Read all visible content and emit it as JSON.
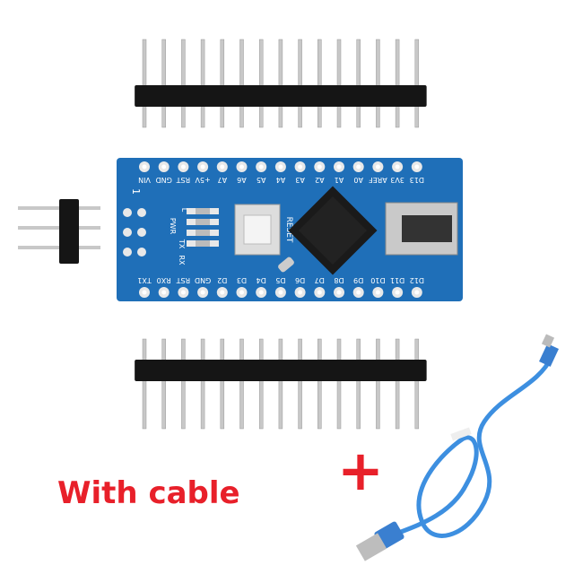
{
  "caption": "With cable",
  "plus_sign": "+",
  "colors": {
    "board": "#1f6fb8",
    "caption": "#e8202a",
    "cable": "#3d8fe0",
    "header": "#151515",
    "pin": "#c8c8c8"
  },
  "board": {
    "top_labels": [
      "D13",
      "3V3",
      "AREF",
      "A0",
      "A1",
      "A2",
      "A3",
      "A4",
      "A5",
      "A6",
      "A7",
      "+5V",
      "RST",
      "GND",
      "VIN"
    ],
    "bottom_labels": [
      "D12",
      "D11",
      "D10",
      "D9",
      "D8",
      "D7",
      "D6",
      "D5",
      "D4",
      "D3",
      "D2",
      "GND",
      "RST",
      "RX0",
      "TX1"
    ],
    "reset_label": "RESET",
    "led_labels": [
      "RX",
      "TX",
      "PWR",
      "L"
    ],
    "pin_one_label": "1"
  }
}
